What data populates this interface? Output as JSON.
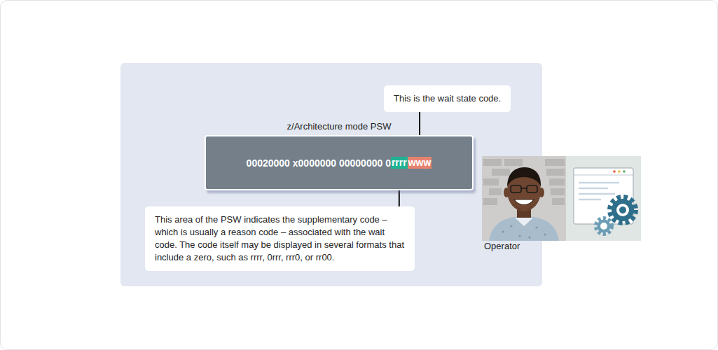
{
  "diagram": {
    "nodes": [
      {
        "text": [
          "This is the wait state code."
        ]
      },
      {
        "text": [
          "z/Architecture mode PSW",
          "00020000 x0000000 00000000 0"
        ]
      },
      {
        "text": [
          "rrrr"
        ],
        "in": 1
      },
      {
        "text": [
          "www"
        ],
        "in": 1
      },
      {
        "text": [
          "This area of the PSW indicates the supplementary code – which is usually a reason code – associated with the wait code. The code itself may be displayed in several formats that include a zero, such as rrrr, 0rrr, rrr0, or rr00."
        ]
      }
    ],
    "edges": [
      {
        "from": 0,
        "to": 3,
        "arrow": "to"
      },
      {
        "from": 4,
        "to": 2,
        "arrow": "to"
      }
    ],
    "labels": [
      "Operator"
    ]
  }
}
